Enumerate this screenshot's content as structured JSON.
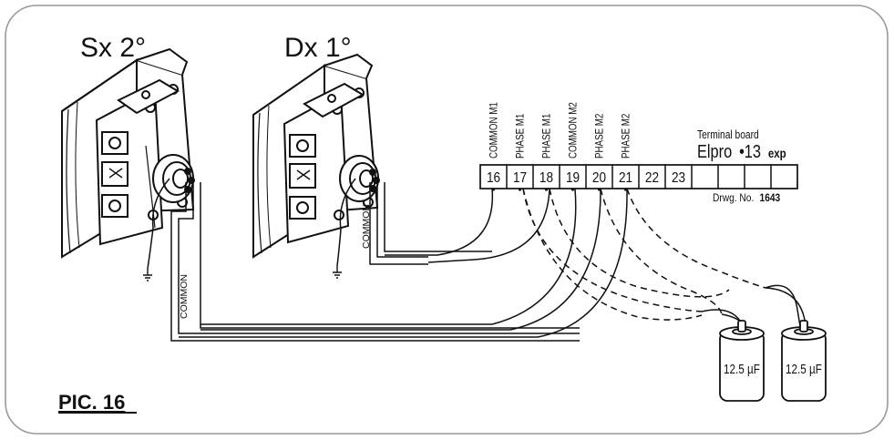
{
  "motors": {
    "left_label": "Sx 2°",
    "right_label": "Dx 1°"
  },
  "cable_labels": {
    "left_common": "COMMON",
    "right_common": "COMMON"
  },
  "terminal_board": {
    "title_line1": "Terminal board",
    "brand": "Elpro",
    "model": "•13",
    "suffix": "exp",
    "drawing_prefix": "Drwg. No.",
    "drawing_number": "1643",
    "terminals": [
      "16",
      "17",
      "18",
      "19",
      "20",
      "21",
      "22",
      "23",
      "",
      "",
      "",
      ""
    ],
    "wire_labels": [
      "COMMON M1",
      "PHASE M1",
      "PHASE M1",
      "COMMON M2",
      "PHASE M2",
      "PHASE M2"
    ]
  },
  "capacitors": {
    "left_value": "12.5 µF",
    "right_value": "12.5 µF"
  },
  "figure_label": "PIC. 16"
}
